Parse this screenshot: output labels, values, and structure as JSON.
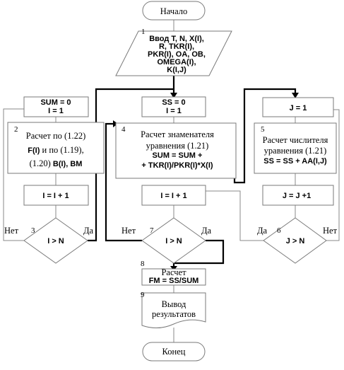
{
  "start": "Начало",
  "end": "Конец",
  "input": {
    "num": "1",
    "lines": [
      "Ввод T, N, X(I),",
      "R, TKR(I),",
      "PKR(I), OA, OB,",
      "OMEGA(I),",
      "K(I,J)"
    ]
  },
  "left": {
    "init": [
      "SUM = 0",
      "I = 1"
    ],
    "calc_num": "2",
    "calc_line1": "Расчет по (1.22)",
    "calc_line2a": "F(I)",
    "calc_line2b": " и по (1.19),",
    "calc_line3a": "(1.20) ",
    "calc_line3b": "B(I), BM",
    "incr": "I = I + 1",
    "cond_num": "3",
    "cond": "I > N",
    "no": "Нет",
    "yes": "Да"
  },
  "middle": {
    "init": [
      "SS = 0",
      "I = 1"
    ],
    "calc_num": "4",
    "calc_lines_plain": [
      "Расчет знаменателя",
      "уравнения (1.21)"
    ],
    "calc_lines_bold": [
      "SUM = SUM +",
      "+ TKR(I)/PKR(I)*X(I)"
    ],
    "incr": "I = I + 1",
    "cond_num": "7",
    "cond": "I > N",
    "no": "Нет",
    "yes": "Да"
  },
  "right": {
    "init": "J = 1",
    "calc_num": "5",
    "calc_lines_plain": [
      "Расчет числителя",
      "уравнения (1.21)"
    ],
    "calc_line_bold": "SS = SS + AA(I,J)",
    "incr": "J = J +1",
    "cond_num": "6",
    "cond": "J > N",
    "yes": "Да",
    "no": "Нет"
  },
  "result": {
    "num": "8",
    "line1": "Расчет",
    "line2": "FM = SS/SUM"
  },
  "output": {
    "num": "9",
    "lines": [
      "Вывод",
      "результатов"
    ]
  }
}
